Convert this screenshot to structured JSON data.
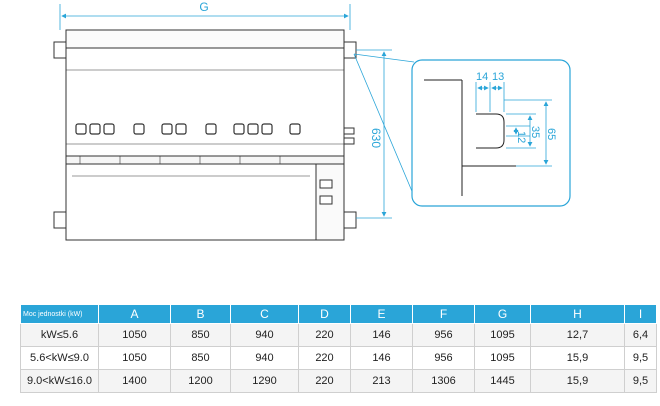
{
  "drawing": {
    "top_dim_label": "G",
    "side_dim_label": "630",
    "detail_dims": [
      "14",
      "13",
      "12",
      "35",
      "65"
    ],
    "accent_color": "#2aa5d8",
    "line_color": "#333333"
  },
  "table": {
    "header_color": "#2aa5d8",
    "headers": [
      "Moc jednostki (kW)",
      "A",
      "B",
      "C",
      "D",
      "E",
      "F",
      "G",
      "H",
      "I"
    ],
    "rows": [
      [
        "kW≤5.6",
        "1050",
        "850",
        "940",
        "220",
        "146",
        "956",
        "1095",
        "12,7",
        "6,4"
      ],
      [
        "5.6<kW≤9.0",
        "1050",
        "850",
        "940",
        "220",
        "146",
        "956",
        "1095",
        "15,9",
        "9,5"
      ],
      [
        "9.0<kW≤16.0",
        "1400",
        "1200",
        "1290",
        "220",
        "213",
        "1306",
        "1445",
        "15,9",
        "9,5"
      ]
    ]
  }
}
